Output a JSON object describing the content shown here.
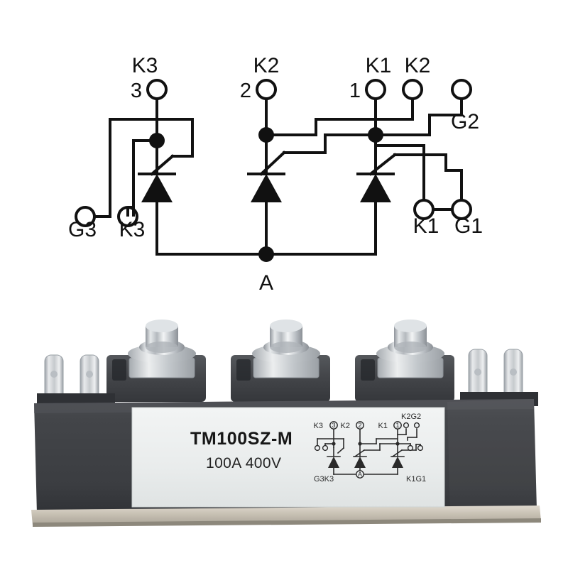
{
  "image": {
    "kind": "product-photo-with-schematic",
    "background_color": "#ffffff"
  },
  "schematic": {
    "title_alt": "Three-thyristor module internal circuit diagram",
    "line_color": "#111111",
    "terminals": [
      {
        "id": "t3",
        "number": "3",
        "label": "K3",
        "position": "top-left"
      },
      {
        "id": "t2",
        "number": "2",
        "label": "K2",
        "position": "top-middle"
      },
      {
        "id": "t1",
        "number": "1",
        "label": "K1",
        "position": "top-right"
      },
      {
        "id": "tk2",
        "number": "",
        "label": "K2",
        "position": "top-right-2"
      },
      {
        "id": "tg2",
        "number": "",
        "label": "G2",
        "position": "right"
      },
      {
        "id": "tg3",
        "number": "",
        "label": "G3",
        "position": "bottom-left"
      },
      {
        "id": "tk3",
        "number": "",
        "label": "K3",
        "position": "bottom-left-2"
      },
      {
        "id": "tk1",
        "number": "",
        "label": "K1",
        "position": "bottom-right"
      },
      {
        "id": "tg1",
        "number": "",
        "label": "G1",
        "position": "bottom-right-2"
      },
      {
        "id": "ta",
        "number": "",
        "label": "A",
        "position": "bottom-center"
      }
    ],
    "labels": {
      "k3_top": "K3",
      "k2_top": "K2",
      "k1_top": "K1",
      "k2_top2": "K2",
      "g2": "G2",
      "g3": "G3",
      "k3_bottom": "K3",
      "k1_bottom": "K1",
      "g1": "G1",
      "anode": "A",
      "num3": "3",
      "num2": "2",
      "num1": "1"
    },
    "device_count": 3,
    "device_type": "thyristor"
  },
  "product": {
    "body_color": "#3e4044",
    "baseplate_color": "#c3bcb0",
    "metal_color": "#c9ccd0",
    "label": {
      "background_color": "#eceff0",
      "part_number": "TM100SZ-M",
      "rating": "100A  400V",
      "mini_schematic": {
        "terminals_top": [
          "K3",
          "K2",
          "K1",
          "K2",
          "G2"
        ],
        "terminal_numbers": [
          "3",
          "2",
          "1"
        ],
        "terminals_bottom_left": [
          "G3",
          "K3"
        ],
        "terminals_bottom_right": [
          "K1",
          "G1"
        ],
        "anode": "A",
        "k3_label": "K3",
        "k2_label": "K2",
        "k1_label": "K1",
        "k2g2_label": "K2G2",
        "g3k3_label": "G3K3",
        "k1g1_label": "K1G1"
      }
    },
    "stud_terminal_count": 3,
    "tab_terminal_count_left": 2,
    "tab_terminal_count_right": 2
  }
}
